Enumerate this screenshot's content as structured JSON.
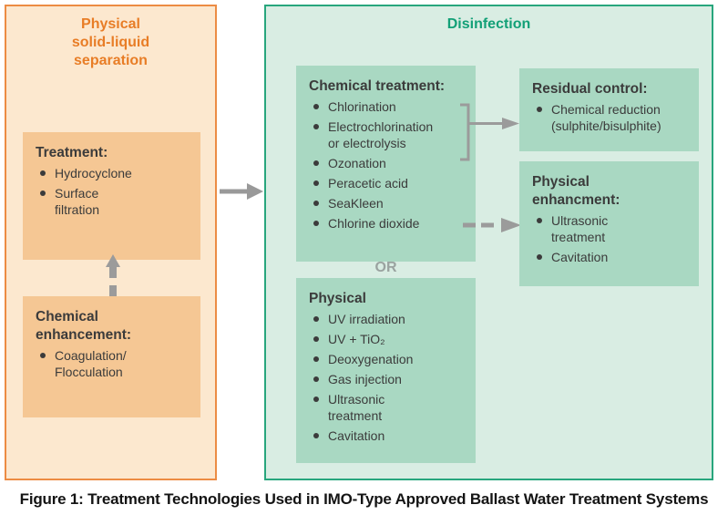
{
  "colors": {
    "orange_border": "#ec8c44",
    "orange_panel_bg": "#fce8cf",
    "orange_box_bg": "#f5c794",
    "orange_title": "#e87d26",
    "green_border": "#28a67d",
    "green_panel_bg": "#d9ede3",
    "green_box_bg": "#a9d8c2",
    "green_title": "#12a077",
    "arrow_gray": "#999999",
    "text_dark": "#3b3b3b"
  },
  "left_panel": {
    "title": "Physical\nsolid-liquid\nseparation",
    "treatment_box": {
      "title": "Treatment:",
      "items": [
        "Hydrocyclone",
        "Surface\nfiltration"
      ]
    },
    "enhancement_box": {
      "title": "Chemical\nenhancement:",
      "items": [
        "Coagulation/\nFlocculation"
      ]
    }
  },
  "right_panel": {
    "title": "Disinfection",
    "chemical_treatment_box": {
      "title": "Chemical treatment:",
      "items": [
        "Chlorination",
        "Electrochlorination\nor electrolysis",
        "Ozonation",
        "Peracetic acid",
        "SeaKleen",
        "Chlorine dioxide"
      ]
    },
    "or_label": "OR",
    "physical_box": {
      "title": "Physical",
      "items": [
        "UV irradiation",
        "UV + TiO₂",
        "Deoxygenation",
        "Gas injection",
        "Ultrasonic\ntreatment",
        "Cavitation"
      ]
    },
    "residual_control_box": {
      "title": "Residual control:",
      "items": [
        "Chemical reduction\n(sulphite/bisulphite)"
      ]
    },
    "physical_enhancement_box": {
      "title": "Physical\nenhancment:",
      "items": [
        "Ultrasonic\ntreatment",
        "Cavitation"
      ]
    }
  },
  "caption": "Figure 1: Treatment Technologies Used in IMO-Type Approved Ballast Water Treatment Systems"
}
